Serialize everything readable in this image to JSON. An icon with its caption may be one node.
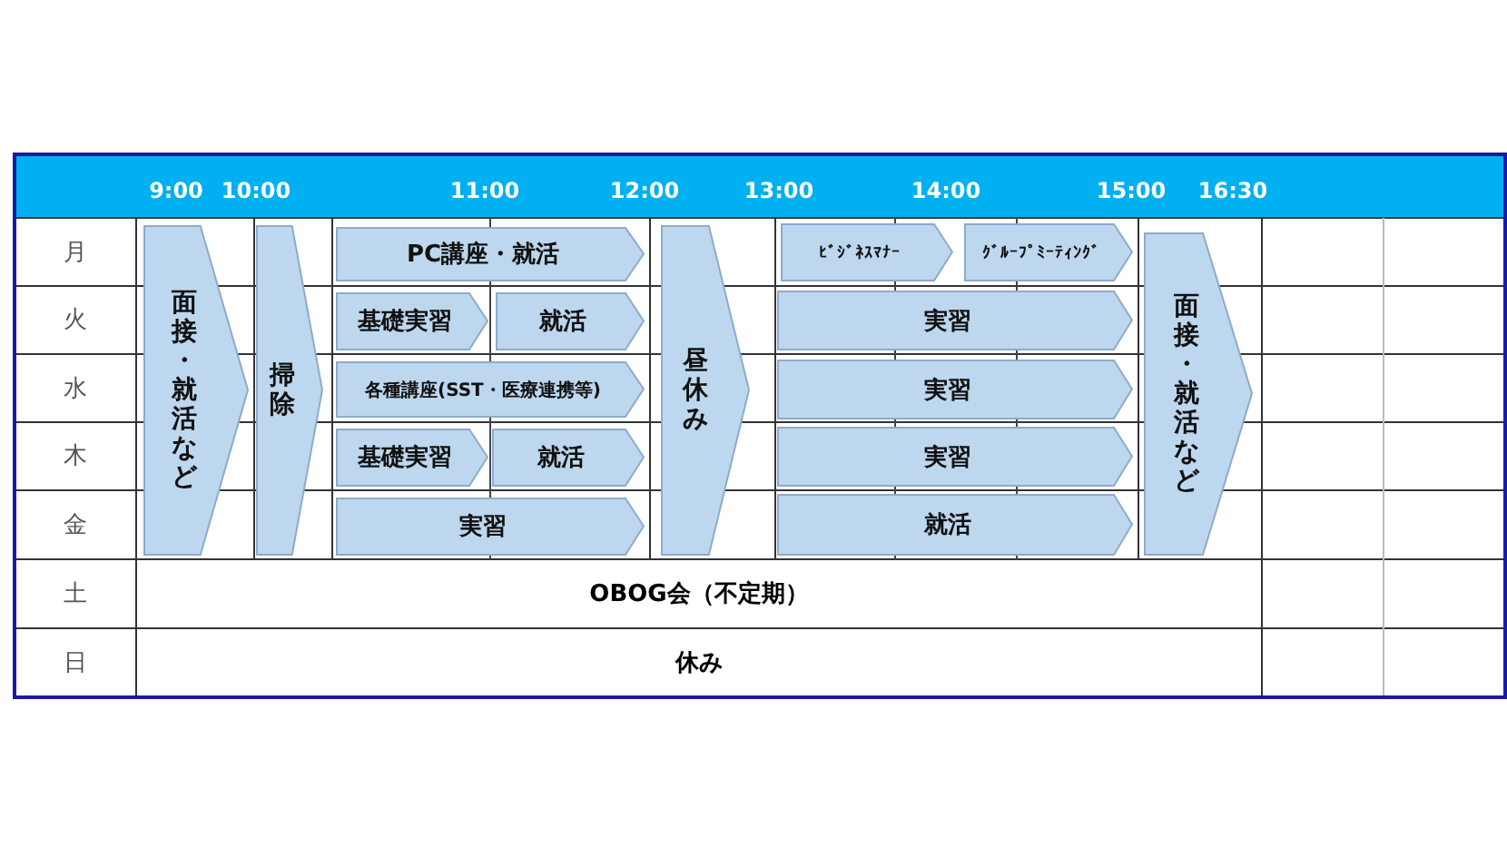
{
  "diagram": {
    "nodes": [
      {
        "text": [
          "面接・就活など"
        ]
      },
      {
        "text": [
          "掃除"
        ]
      },
      {
        "text": [
          "PC講座・就活"
        ]
      },
      {
        "text": [
          "昼休み"
        ]
      },
      {
        "text": [
          "ﾋﾞｼﾞﾈｽﾏﾅｰ"
        ]
      },
      {
        "text": [
          "ｸﾞﾙｰﾌﾟﾐｰﾃｨﾝｸﾞ"
        ]
      },
      {
        "text": [
          "面接・就活など"
        ]
      },
      {
        "text": [
          "基礎実習"
        ]
      },
      {
        "text": [
          "就活"
        ]
      },
      {
        "text": [
          "実習"
        ]
      },
      {
        "text": [
          "各種講座(SST・医療連携等)"
        ]
      },
      {
        "text": [
          "実習"
        ]
      },
      {
        "text": [
          "基礎実習"
        ]
      },
      {
        "text": [
          "就活"
        ]
      },
      {
        "text": [
          "実習"
        ]
      },
      {
        "text": [
          "実習"
        ]
      },
      {
        "text": [
          "就活"
        ]
      }
    ],
    "edges": [],
    "labels": [
      "9:00",
      "10:00",
      "11:00",
      "12:00",
      "13:00",
      "14:00",
      "15:00",
      "16:30",
      "月",
      "火",
      "水",
      "木",
      "金",
      "土",
      "OBOG会（不定期）",
      "日",
      "休み"
    ]
  }
}
